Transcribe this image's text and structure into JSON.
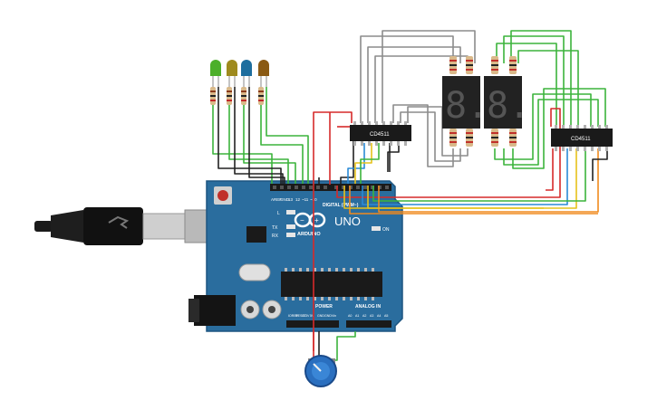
{
  "board": {
    "name": "UNO",
    "brand": "ARDUINO",
    "header_digital": "DIGITAL (PWM~)",
    "header_power": "POWER",
    "header_analog": "ANALOG IN",
    "on_label": "ON",
    "tx_label": "TX",
    "rx_label": "RX",
    "l_label": "L",
    "aref_label": "AREF",
    "gnd_label": "GND",
    "pin13": "13",
    "pin12": "12",
    "pin11": "~11",
    "pin10": "~10",
    "power_pins": [
      "IOREF",
      "RESET",
      "3.3V",
      "5V",
      "GND",
      "GND",
      "Vin"
    ],
    "analog_pins": [
      "A0",
      "A1",
      "A2",
      "A3",
      "A4",
      "A5"
    ]
  },
  "chips": {
    "left": "CD4511",
    "right": "CD4511"
  },
  "displays": {
    "left_digit": "8.",
    "right_digit": "8."
  },
  "colors": {
    "board": "#2a6d9e",
    "board_dark": "#1d5580",
    "wire_red": "#d62a2a",
    "wire_green": "#3cb43c",
    "wire_black": "#222222",
    "wire_gray": "#8c8c8c",
    "wire_yellow": "#e6c21a",
    "wire_orange": "#f08a1e",
    "wire_blue": "#2a8ad6",
    "led_green": "#4caf2a",
    "led_olive": "#9e8a1e",
    "led_blue": "#1e6e9e",
    "led_brown": "#8a5a14"
  },
  "icons": {
    "usb": "usb-icon",
    "potentiometer": "potentiometer-icon",
    "arduino_logo": "arduino-infinity-logo"
  }
}
